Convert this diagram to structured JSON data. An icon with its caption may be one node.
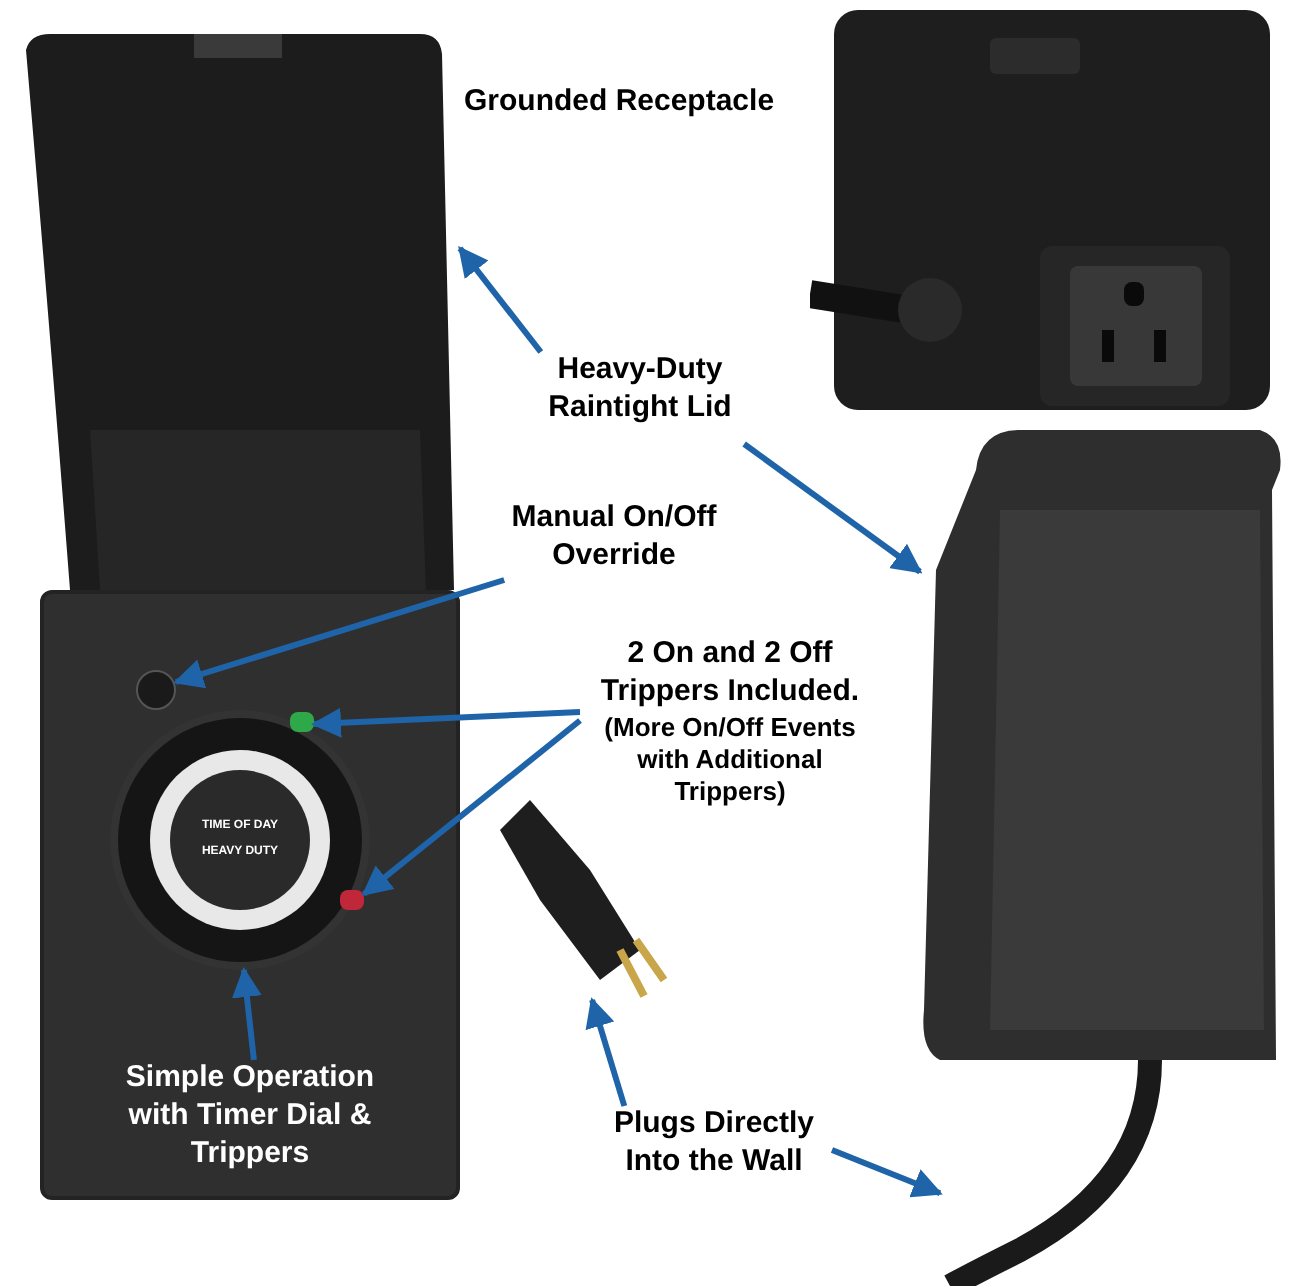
{
  "diagram": {
    "nodes": [
      {
        "text": [
          "Heavy-Duty Raintight Lid"
        ]
      },
      {
        "text": [],
        "shape": "picture"
      },
      {
        "text": [],
        "shape": "picture"
      },
      {
        "text": [
          "Manual On/Off Override"
        ]
      },
      {
        "text": [],
        "shape": "circle"
      },
      {
        "text": [
          "2 On and 2 Off Trippers Included.",
          "(More On/Off Events with Additional Trippers)"
        ]
      },
      {
        "text": [],
        "shape": "box",
        "in": 9
      },
      {
        "text": [],
        "shape": "box",
        "in": 9
      },
      {
        "text": [
          "Simple Operation with Timer Dial & Trippers"
        ]
      },
      {
        "text": [],
        "shape": "picture"
      },
      {
        "text": [
          "Plugs Directly Into the Wall"
        ]
      },
      {
        "text": [],
        "shape": "picture"
      },
      {
        "text": [],
        "shape": "picture"
      }
    ],
    "edges": [
      {
        "from": 0,
        "to": 1,
        "arrow": "to"
      },
      {
        "from": 0,
        "to": 2,
        "arrow": "to"
      },
      {
        "from": 3,
        "to": 4,
        "arrow": "to"
      },
      {
        "from": 5,
        "to": 6,
        "arrow": "to"
      },
      {
        "from": 5,
        "to": 7,
        "arrow": "to"
      },
      {
        "from": 8,
        "to": 9,
        "arrow": "to"
      },
      {
        "from": 10,
        "to": 11,
        "arrow": "to"
      },
      {
        "from": 10,
        "to": 12,
        "arrow": "to"
      }
    ],
    "labels": [
      "Grounded Receptacle",
      "TIME OF DAY",
      "HEAVY DUTY"
    ]
  }
}
